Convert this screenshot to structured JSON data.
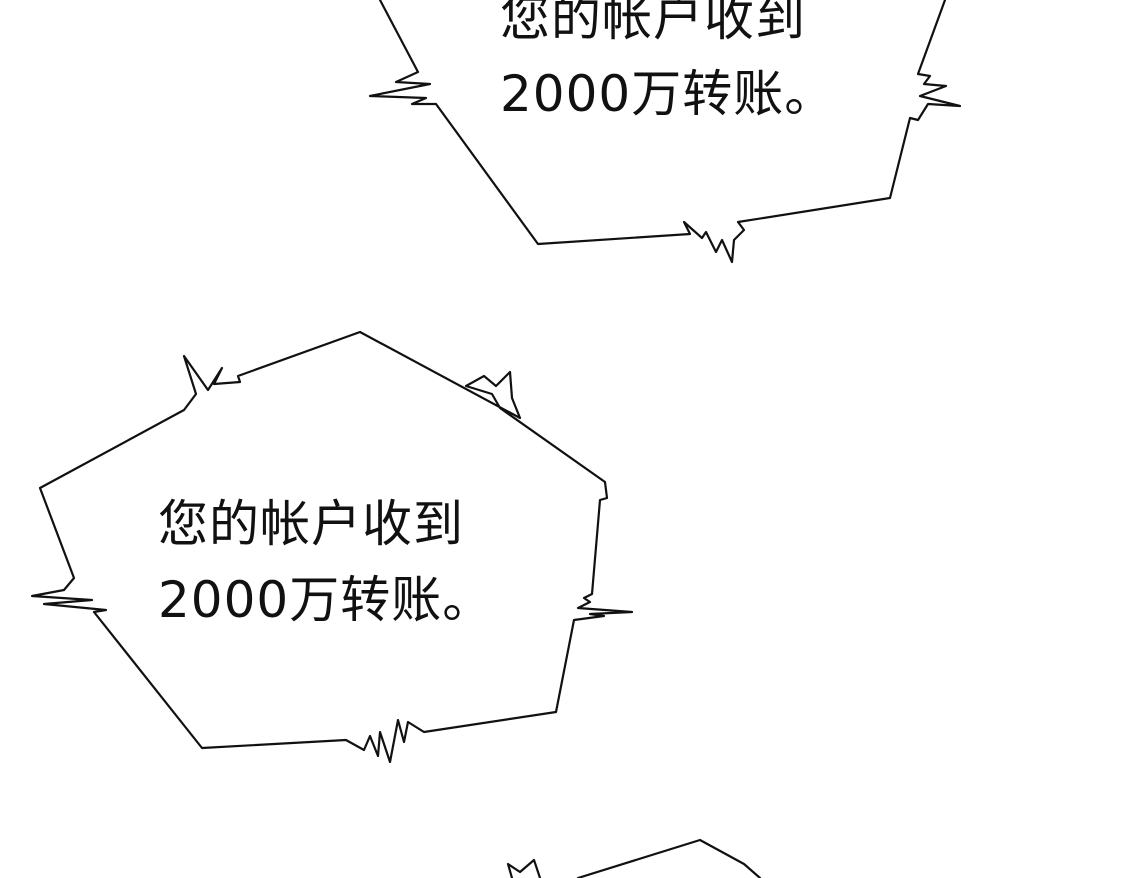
{
  "panel": {
    "background": "#ffffff",
    "ink_color": "#111111"
  },
  "bubbles": [
    {
      "line1": "您的帐户收到",
      "line2": "2000万转账。"
    },
    {
      "line1": "您的帐户收到",
      "line2": "2000万转账。"
    }
  ]
}
